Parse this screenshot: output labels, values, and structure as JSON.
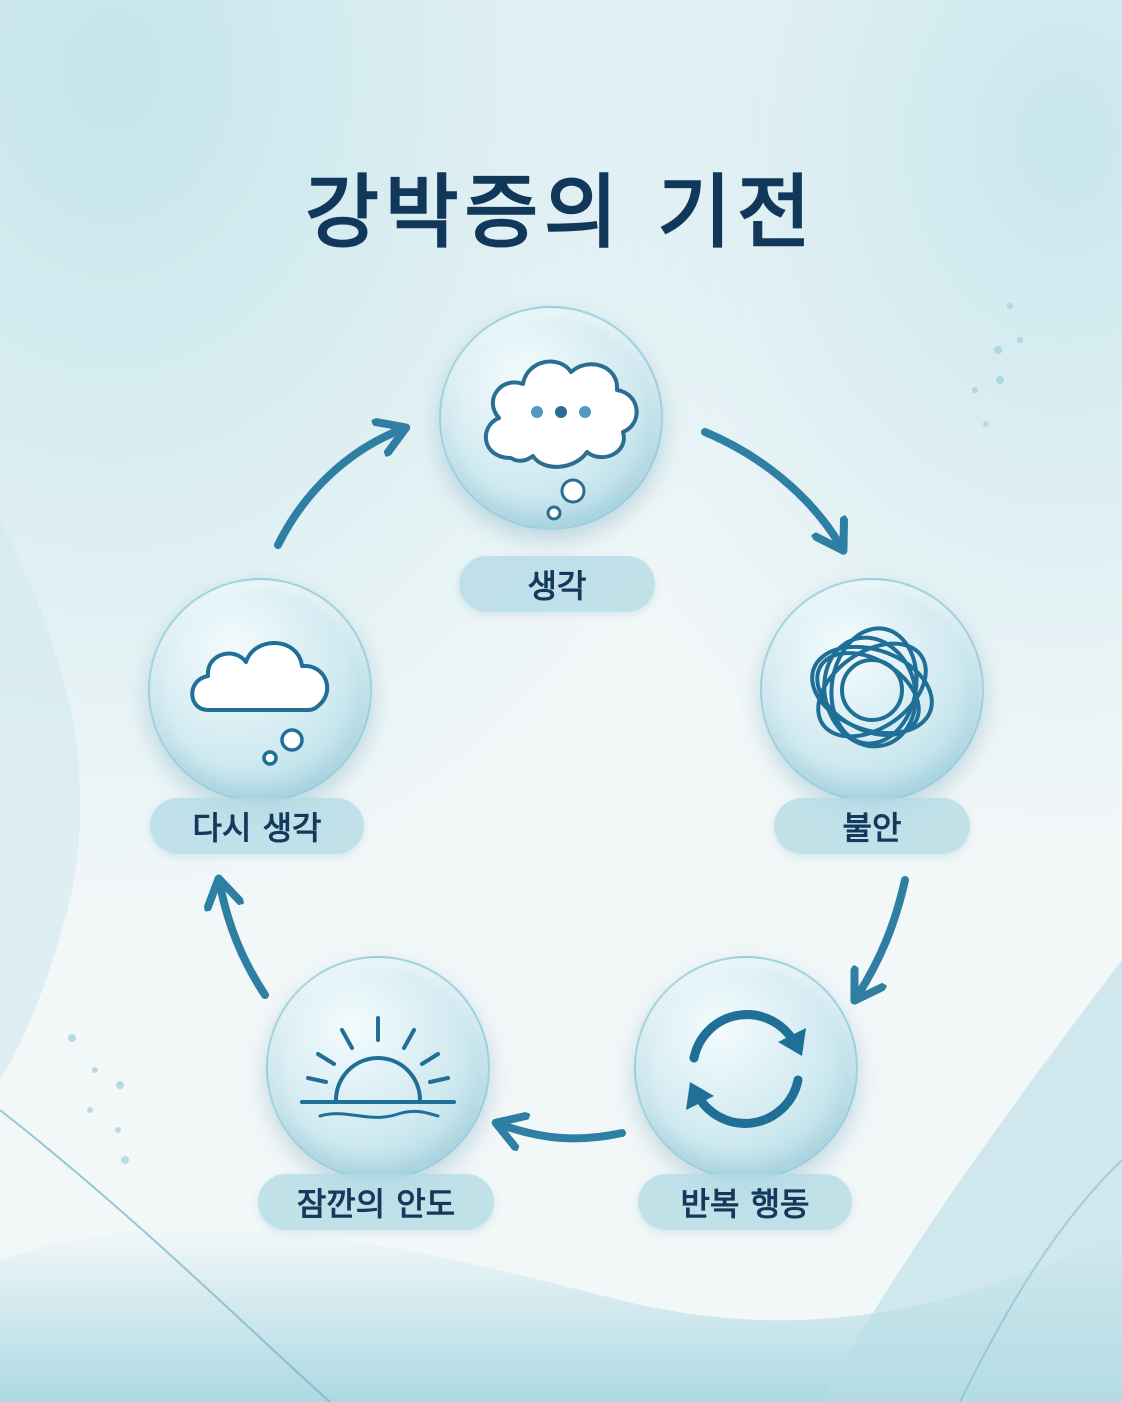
{
  "title": "강박증의 기전",
  "colors": {
    "title": "#11385a",
    "arrow": "#2e7fa3",
    "icon": "#1f6f96",
    "label_bg": "#b0dae4",
    "label_text": "#133a5c",
    "background": "#f2f7f8"
  },
  "steps": [
    {
      "label": "생각",
      "icon": "thought-bubble-icon"
    },
    {
      "label": "불안",
      "icon": "tangled-lines-icon"
    },
    {
      "label": "반복 행동",
      "icon": "cycle-arrows-icon"
    },
    {
      "label": "잠깐의 안도",
      "icon": "sunrise-icon"
    },
    {
      "label": "다시 생각",
      "icon": "cloud-thought-icon"
    }
  ]
}
